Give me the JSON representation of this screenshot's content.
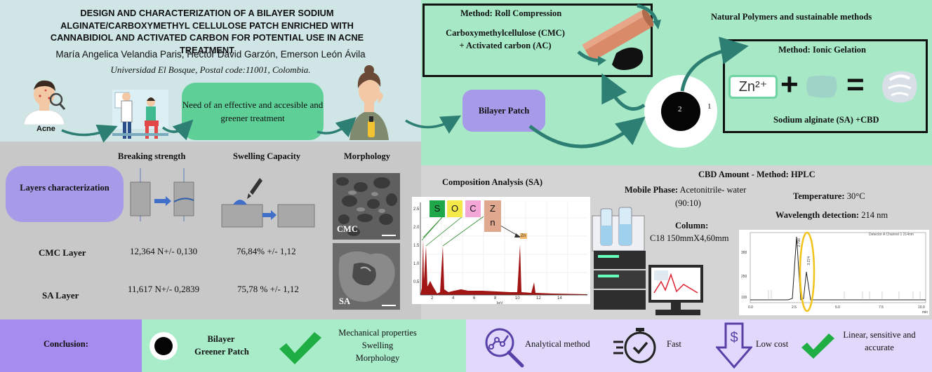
{
  "header": {
    "title": "DESIGN AND CHARACTERIZATION OF A BILAYER SODIUM ALGINATE/CARBOXYMETHYL CELLULOSE PATCH ENRICHED WITH CANNABIDIOL AND ACTIVATED CARBON FOR POTENTIAL USE IN ACNE TREATMENT",
    "authors": "María Angelica Velandia Paris, Hector David Garzón, Emerson León Ávila",
    "affiliation": "Universidad El Bosque, Postal code:11001, Colombia."
  },
  "intro": {
    "acne_label": "Acne",
    "need_text": "Need of an effective and accesible and greener treatment"
  },
  "methods": {
    "roll_title": "Method: Roll Compression",
    "roll_line1": "Carboxymethylcellulose (CMC)",
    "roll_line2": "+ Activated carbon (AC)",
    "natural_title": "Natural Polymers and sustainable methods",
    "ionic_title": "Method: Ionic Gelation",
    "zn_label": "Zn²⁺",
    "plus_sign": "+",
    "equals_sign": "=",
    "ionic_caption": "Sodium alginate (SA) +CBD",
    "bilayer_patch": "Bilayer Patch",
    "disc_label_2": "2",
    "disc_label_1": "1"
  },
  "characterization": {
    "layers_label": "Layers characterization",
    "breaking_strength": "Breaking strength",
    "swelling_capacity": "Swelling Capacity",
    "morphology": "Morphology",
    "cmc_layer": "CMC Layer",
    "sa_layer": "SA Layer",
    "cmc_breaking": "12,364 N+/- 0,130",
    "sa_breaking": "11,617 N+/- 0,2839",
    "cmc_swelling": "76,84% +/- 1,12",
    "sa_swelling": "75,78 % +/- 1,12",
    "sem_cmc_label": "CMC",
    "sem_sa_label": "SA"
  },
  "composition": {
    "title": "Composition Analysis (SA)",
    "elements": [
      "S",
      "O",
      "C",
      "Z n"
    ],
    "element_colors": [
      "#1fa84a",
      "#f5e94a",
      "#f4a6d7",
      "#e0a98f"
    ],
    "spectrum_xticks": [
      "2",
      "4",
      "6",
      "8",
      "10",
      "12",
      "14"
    ],
    "spectrum_yticks": [
      "2.5",
      "2.0",
      "1.5",
      "1.0",
      "0.5"
    ],
    "spectrum_xunit": "keV",
    "zn_peak_label": "Zn"
  },
  "hplc": {
    "title": "CBD Amount - Method: HPLC",
    "mobile_phase_label": "Mobile Phase:",
    "mobile_phase_value": "Acetonitrile- water",
    "mobile_phase_ratio": "(90:10)",
    "column_label": "Column:",
    "column_value": "C18 150mmX4,60mm",
    "temperature_label": "Temperature:",
    "temperature_value": "30°C",
    "wavelength_label": "Wavelength detection:",
    "wavelength_value": "214 nm",
    "chromatogram_header": "Detector A Channel 1 214nm",
    "chromatogram_xticks": [
      "0.0",
      "2.5",
      "5.0",
      "7.5",
      "10.0"
    ],
    "chromatogram_yticks": [
      "300",
      "250",
      "100"
    ],
    "chromatogram_xunit": "min",
    "peak1_label": "2.796",
    "peak2_label": "3.274"
  },
  "conclusion": {
    "label": "Conclusion:",
    "bilayer_line1": "Bilayer",
    "bilayer_line2": "Greener Patch",
    "props": [
      "Mechanical properties",
      "Swelling",
      "Morphology"
    ],
    "analytical": "Analytical method",
    "fast": "Fast",
    "low_cost": "Low cost",
    "linear_line1": "Linear, sensitive and",
    "linear_line2": "accurate"
  },
  "colors": {
    "teal_arrow": "#2e7f73",
    "pill_green": "#5fcf98",
    "pill_purple": "#a79ae8",
    "check_green": "#1fae43",
    "icon_purple": "#5940a8",
    "spectrum_red": "#a11515",
    "highlight_yellow": "#f2c318"
  }
}
